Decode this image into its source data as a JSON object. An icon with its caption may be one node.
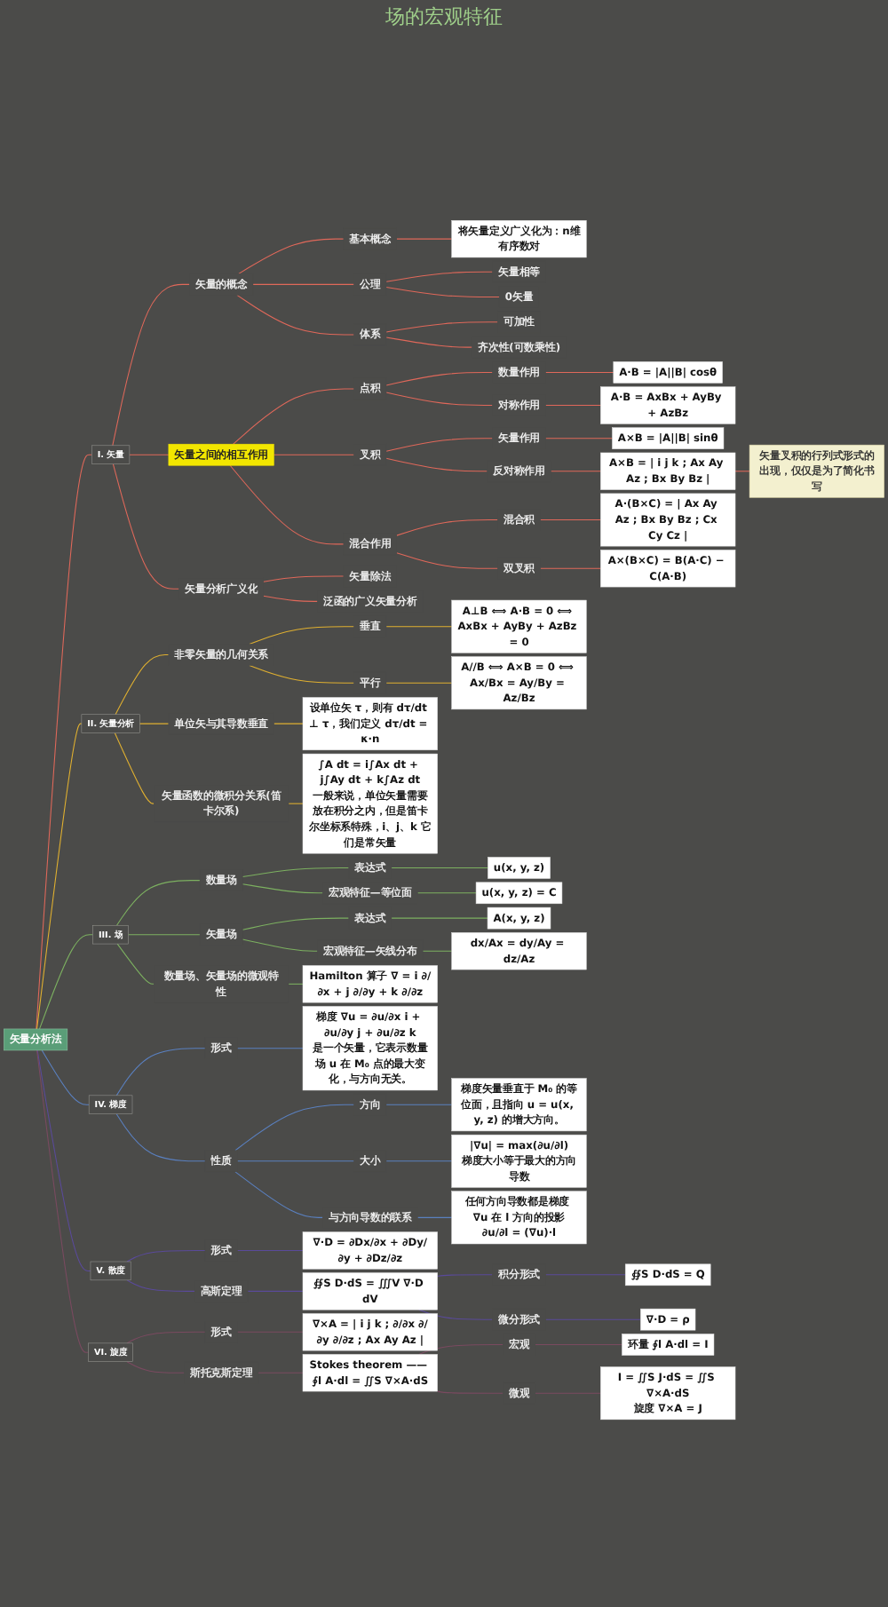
{
  "diagram": {
    "nodes": [
      {
        "text": [
          "矢量分析法"
        ]
      },
      {
        "text": [
          "I. 矢量"
        ]
      },
      {
        "text": [
          "矢量的概念"
        ]
      },
      {
        "text": [
          "基本概念"
        ]
      },
      {
        "text": [
          "将矢量定义广义化为：n维有序数对"
        ]
      },
      {
        "text": [
          "公理"
        ]
      },
      {
        "text": [
          "矢量相等"
        ]
      },
      {
        "text": [
          "0矢量"
        ]
      },
      {
        "text": [
          "体系"
        ]
      },
      {
        "text": [
          "可加性"
        ]
      },
      {
        "text": [
          "齐次性(可数乘性)"
        ]
      },
      {
        "text": [
          "矢量之间的相互作用"
        ]
      },
      {
        "text": [
          "点积"
        ]
      },
      {
        "text": [
          "数量作用"
        ]
      },
      {
        "text": [
          "A·B = |A||B| cosθ"
        ]
      },
      {
        "text": [
          "对称作用"
        ]
      },
      {
        "text": [
          "A·B = AxBx + AyBy + AzBz"
        ]
      },
      {
        "text": [
          "叉积"
        ]
      },
      {
        "text": [
          "矢量作用"
        ]
      },
      {
        "text": [
          "A×B = |A||B| sinθ"
        ]
      },
      {
        "text": [
          "反对称作用"
        ]
      },
      {
        "text": [
          "A×B = | i j k ; Ax Ay Az ; Bx By Bz |"
        ]
      },
      {
        "text": [
          "矢量叉积的行列式形式的出现，仅仅是为了简化书写"
        ]
      },
      {
        "text": [
          "混合作用"
        ]
      },
      {
        "text": [
          "混合积"
        ]
      },
      {
        "text": [
          "A·(B×C) = | Ax Ay Az ; Bx By Bz ; Cx Cy Cz |"
        ]
      },
      {
        "text": [
          "双叉积"
        ]
      },
      {
        "text": [
          "A×(B×C) = B(A·C) − C(A·B)"
        ]
      },
      {
        "text": [
          "矢量分析广义化"
        ]
      },
      {
        "text": [
          "矢量除法"
        ]
      },
      {
        "text": [
          "泛函的广义矢量分析"
        ]
      },
      {
        "text": [
          "II. 矢量分析"
        ]
      },
      {
        "text": [
          "非零矢量的几何关系"
        ]
      },
      {
        "text": [
          "垂直"
        ]
      },
      {
        "text": [
          "A⊥B ⟺ A·B = 0 ⟺ AxBx + AyBy + AzBz = 0"
        ]
      },
      {
        "text": [
          "平行"
        ]
      },
      {
        "text": [
          "A//B ⟺ A×B = 0 ⟺ Ax/Bx = Ay/By = Az/Bz"
        ]
      },
      {
        "text": [
          "单位矢与其导数垂直"
        ]
      },
      {
        "text": [
          "设单位矢 τ，则有 dτ/dt ⊥ τ，我们定义 dτ/dt = κ·n"
        ]
      },
      {
        "text": [
          "矢量函数的微积分关系(笛卡尔系)"
        ]
      },
      {
        "text": [
          "∫A dt = i∫Ax dt + j∫Ay dt + k∫Az dt",
          "一般来说，单位矢量需要放在积分之内，但是笛卡尔坐标系特殊，i、j、k 它们是常矢量"
        ]
      },
      {
        "text": [
          "III. 场"
        ]
      },
      {
        "text": [
          "数量场"
        ]
      },
      {
        "text": [
          "表达式"
        ]
      },
      {
        "text": [
          "u(x, y, z)"
        ]
      },
      {
        "text": [
          "宏观特征—等位面"
        ]
      },
      {
        "text": [
          "u(x, y, z) = C"
        ]
      },
      {
        "text": [
          "矢量场"
        ]
      },
      {
        "text": [
          "表达式"
        ]
      },
      {
        "text": [
          "A(x, y, z)"
        ]
      },
      {
        "text": [
          "宏观特征—矢线分布"
        ]
      },
      {
        "text": [
          "dx/Ax = dy/Ay = dz/Az"
        ]
      },
      {
        "text": [
          "数量场、矢量场的微观特性"
        ]
      },
      {
        "text": [
          "Hamilton 算子 ∇ = i ∂/∂x + j ∂/∂y + k ∂/∂z"
        ]
      },
      {
        "text": [
          "IV. 梯度"
        ]
      },
      {
        "text": [
          "形式"
        ]
      },
      {
        "text": [
          "梯度 ∇u = ∂u/∂x i + ∂u/∂y j + ∂u/∂z k",
          "是一个矢量，它表示数量场 u 在 M₀ 点的最大变化，与方向无关。"
        ]
      },
      {
        "text": [
          "性质"
        ]
      },
      {
        "text": [
          "方向"
        ]
      },
      {
        "text": [
          "梯度矢量垂直于 M₀ 的等位面，且指向 u = u(x, y, z) 的增大方向。"
        ]
      },
      {
        "text": [
          "大小"
        ]
      },
      {
        "text": [
          "|∇u| = max(∂u/∂l)",
          "梯度大小等于最大的方向导数"
        ]
      },
      {
        "text": [
          "与方向导数的联系"
        ]
      },
      {
        "text": [
          "任何方向导数都是梯度 ∇u 在 l 方向的投影",
          "∂u/∂l = (∇u)·l"
        ]
      },
      {
        "text": [
          "V. 散度"
        ]
      },
      {
        "text": [
          "形式"
        ]
      },
      {
        "text": [
          "∇·D = ∂Dx/∂x + ∂Dy/∂y + ∂Dz/∂z"
        ]
      },
      {
        "text": [
          "高斯定理"
        ]
      },
      {
        "text": [
          "∯S D·dS = ∭V ∇·D dV"
        ]
      },
      {
        "text": [
          "积分形式"
        ]
      },
      {
        "text": [
          "∯S D·dS = Q"
        ]
      },
      {
        "text": [
          "微分形式"
        ]
      },
      {
        "text": [
          "∇·D = ρ"
        ]
      },
      {
        "text": [
          "VI. 旋度"
        ]
      },
      {
        "text": [
          "形式"
        ]
      },
      {
        "text": [
          "∇×A = | i j k ; ∂/∂x ∂/∂y ∂/∂z ; Ax Ay Az |"
        ]
      },
      {
        "text": [
          "斯托克斯定理"
        ]
      },
      {
        "text": [
          "Stokes theorem —— ∮l A·dl = ∬S ∇×A·dS"
        ]
      },
      {
        "text": [
          "宏观"
        ]
      },
      {
        "text": [
          "环量 ∮l A·dl = I"
        ]
      },
      {
        "text": [
          "微观"
        ]
      },
      {
        "text": [
          "I = ∬S J·dS = ∬S ∇×A·dS",
          "旋度 ∇×A = J"
        ]
      }
    ],
    "edges": [
      {
        "from": 0,
        "to": 1,
        "arrow": "none",
        "color": "#e0685a"
      },
      {
        "from": 1,
        "to": 2,
        "arrow": "none",
        "color": "#e0685a"
      },
      {
        "from": 2,
        "to": 3,
        "arrow": "none",
        "color": "#e0685a"
      },
      {
        "from": 3,
        "to": 4,
        "arrow": "none",
        "color": "#e0685a"
      },
      {
        "from": 2,
        "to": 5,
        "arrow": "none",
        "color": "#e0685a"
      },
      {
        "from": 5,
        "to": 6,
        "arrow": "none",
        "color": "#e0685a"
      },
      {
        "from": 5,
        "to": 7,
        "arrow": "none",
        "color": "#e0685a"
      },
      {
        "from": 2,
        "to": 8,
        "arrow": "none",
        "color": "#e0685a"
      },
      {
        "from": 8,
        "to": 9,
        "arrow": "none",
        "color": "#e0685a"
      },
      {
        "from": 8,
        "to": 10,
        "arrow": "none",
        "color": "#e0685a"
      },
      {
        "from": 1,
        "to": 11,
        "arrow": "none",
        "color": "#e0685a"
      },
      {
        "from": 11,
        "to": 12,
        "arrow": "none",
        "color": "#e0685a"
      },
      {
        "from": 12,
        "to": 13,
        "arrow": "none",
        "color": "#e0685a"
      },
      {
        "from": 13,
        "to": 14,
        "arrow": "none",
        "color": "#e0685a"
      },
      {
        "from": 12,
        "to": 15,
        "arrow": "none",
        "color": "#e0685a"
      },
      {
        "from": 15,
        "to": 16,
        "arrow": "none",
        "color": "#e0685a"
      },
      {
        "from": 11,
        "to": 17,
        "arrow": "none",
        "color": "#e0685a"
      },
      {
        "from": 17,
        "to": 18,
        "arrow": "none",
        "color": "#e0685a"
      },
      {
        "from": 18,
        "to": 19,
        "arrow": "none",
        "color": "#e0685a"
      },
      {
        "from": 17,
        "to": 20,
        "arrow": "none",
        "color": "#e0685a"
      },
      {
        "from": 20,
        "to": 21,
        "arrow": "none",
        "color": "#e0685a"
      },
      {
        "from": 21,
        "to": 22,
        "arrow": "none",
        "color": "#e0685a"
      },
      {
        "from": 11,
        "to": 23,
        "arrow": "none",
        "color": "#e0685a"
      },
      {
        "from": 23,
        "to": 24,
        "arrow": "none",
        "color": "#e0685a"
      },
      {
        "from": 24,
        "to": 25,
        "arrow": "none",
        "color": "#e0685a"
      },
      {
        "from": 23,
        "to": 26,
        "arrow": "none",
        "color": "#e0685a"
      },
      {
        "from": 26,
        "to": 27,
        "arrow": "none",
        "color": "#e0685a"
      },
      {
        "from": 1,
        "to": 28,
        "arrow": "none",
        "color": "#e0685a"
      },
      {
        "from": 28,
        "to": 29,
        "arrow": "none",
        "color": "#e0685a"
      },
      {
        "from": 28,
        "to": 30,
        "arrow": "none",
        "color": "#e0685a"
      },
      {
        "from": 0,
        "to": 31,
        "arrow": "none",
        "color": "#e0b030"
      },
      {
        "from": 31,
        "to": 32,
        "arrow": "none",
        "color": "#e0b030"
      },
      {
        "from": 32,
        "to": 33,
        "arrow": "none",
        "color": "#e0b030"
      },
      {
        "from": 33,
        "to": 34,
        "arrow": "none",
        "color": "#e0b030"
      },
      {
        "from": 32,
        "to": 35,
        "arrow": "none",
        "color": "#e0b030"
      },
      {
        "from": 35,
        "to": 36,
        "arrow": "none",
        "color": "#e0b030"
      },
      {
        "from": 31,
        "to": 37,
        "arrow": "none",
        "color": "#e0b030"
      },
      {
        "from": 37,
        "to": 38,
        "arrow": "none",
        "color": "#e0b030"
      },
      {
        "from": 31,
        "to": 39,
        "arrow": "none",
        "color": "#e0b030"
      },
      {
        "from": 39,
        "to": 40,
        "arrow": "none",
        "color": "#e0b030"
      },
      {
        "from": 0,
        "to": 41,
        "arrow": "none",
        "color": "#7cb060"
      },
      {
        "from": 41,
        "to": 42,
        "arrow": "none",
        "color": "#7cb060"
      },
      {
        "from": 42,
        "to": 43,
        "arrow": "none",
        "color": "#7cb060"
      },
      {
        "from": 43,
        "to": 44,
        "arrow": "none",
        "color": "#7cb060"
      },
      {
        "from": 42,
        "to": 45,
        "arrow": "none",
        "color": "#7cb060"
      },
      {
        "from": 45,
        "to": 46,
        "arrow": "none",
        "color": "#7cb060"
      },
      {
        "from": 41,
        "to": 47,
        "arrow": "none",
        "color": "#7cb060"
      },
      {
        "from": 47,
        "to": 48,
        "arrow": "none",
        "color": "#7cb060"
      },
      {
        "from": 48,
        "to": 49,
        "arrow": "none",
        "color": "#7cb060"
      },
      {
        "from": 47,
        "to": 50,
        "arrow": "none",
        "color": "#7cb060"
      },
      {
        "from": 50,
        "to": 51,
        "arrow": "none",
        "color": "#7cb060"
      },
      {
        "from": 41,
        "to": 52,
        "arrow": "none",
        "color": "#7cb060"
      },
      {
        "from": 52,
        "to": 53,
        "arrow": "none",
        "color": "#7cb060"
      },
      {
        "from": 0,
        "to": 54,
        "arrow": "none",
        "color": "#5a80c0"
      },
      {
        "from": 54,
        "to": 55,
        "arrow": "none",
        "color": "#5a80c0"
      },
      {
        "from": 55,
        "to": 56,
        "arrow": "none",
        "color": "#5a80c0"
      },
      {
        "from": 54,
        "to": 57,
        "arrow": "none",
        "color": "#5a80c0"
      },
      {
        "from": 57,
        "to": 58,
        "arrow": "none",
        "color": "#5a80c0"
      },
      {
        "from": 58,
        "to": 59,
        "arrow": "none",
        "color": "#5a80c0"
      },
      {
        "from": 57,
        "to": 60,
        "arrow": "none",
        "color": "#5a80c0"
      },
      {
        "from": 60,
        "to": 61,
        "arrow": "none",
        "color": "#5a80c0"
      },
      {
        "from": 57,
        "to": 62,
        "arrow": "none",
        "color": "#5a80c0"
      },
      {
        "from": 62,
        "to": 63,
        "arrow": "none",
        "color": "#5a80c0"
      },
      {
        "from": 0,
        "to": 64,
        "arrow": "none",
        "color": "#5a4a9a"
      },
      {
        "from": 64,
        "to": 65,
        "arrow": "none",
        "color": "#5a4a9a"
      },
      {
        "from": 65,
        "to": 66,
        "arrow": "none",
        "color": "#5a4a9a"
      },
      {
        "from": 64,
        "to": 67,
        "arrow": "none",
        "color": "#5a4a9a"
      },
      {
        "from": 67,
        "to": 68,
        "arrow": "none",
        "color": "#5a4a9a"
      },
      {
        "from": 68,
        "to": 69,
        "arrow": "none",
        "color": "#5a4a9a"
      },
      {
        "from": 69,
        "to": 70,
        "arrow": "none",
        "color": "#5a4a9a"
      },
      {
        "from": 68,
        "to": 71,
        "arrow": "none",
        "color": "#5a4a9a"
      },
      {
        "from": 71,
        "to": 72,
        "arrow": "none",
        "color": "#5a4a9a"
      },
      {
        "from": 0,
        "to": 73,
        "arrow": "none",
        "color": "#7a4a60"
      },
      {
        "from": 73,
        "to": 74,
        "arrow": "none",
        "color": "#7a4a60"
      },
      {
        "from": 74,
        "to": 75,
        "arrow": "none",
        "color": "#7a4a60"
      },
      {
        "from": 73,
        "to": 76,
        "arrow": "none",
        "color": "#7a4a60"
      },
      {
        "from": 76,
        "to": 77,
        "arrow": "none",
        "color": "#7a4a60"
      },
      {
        "from": 77,
        "to": 78,
        "arrow": "none",
        "color": "#7a4a60"
      },
      {
        "from": 78,
        "to": 79,
        "arrow": "none",
        "color": "#7a4a60"
      },
      {
        "from": 77,
        "to": 80,
        "arrow": "none",
        "color": "#7a4a60"
      },
      {
        "from": 80,
        "to": 81,
        "arrow": "none",
        "color": "#7a4a60"
      }
    ],
    "labels": [
      "场的宏观特征"
    ]
  }
}
